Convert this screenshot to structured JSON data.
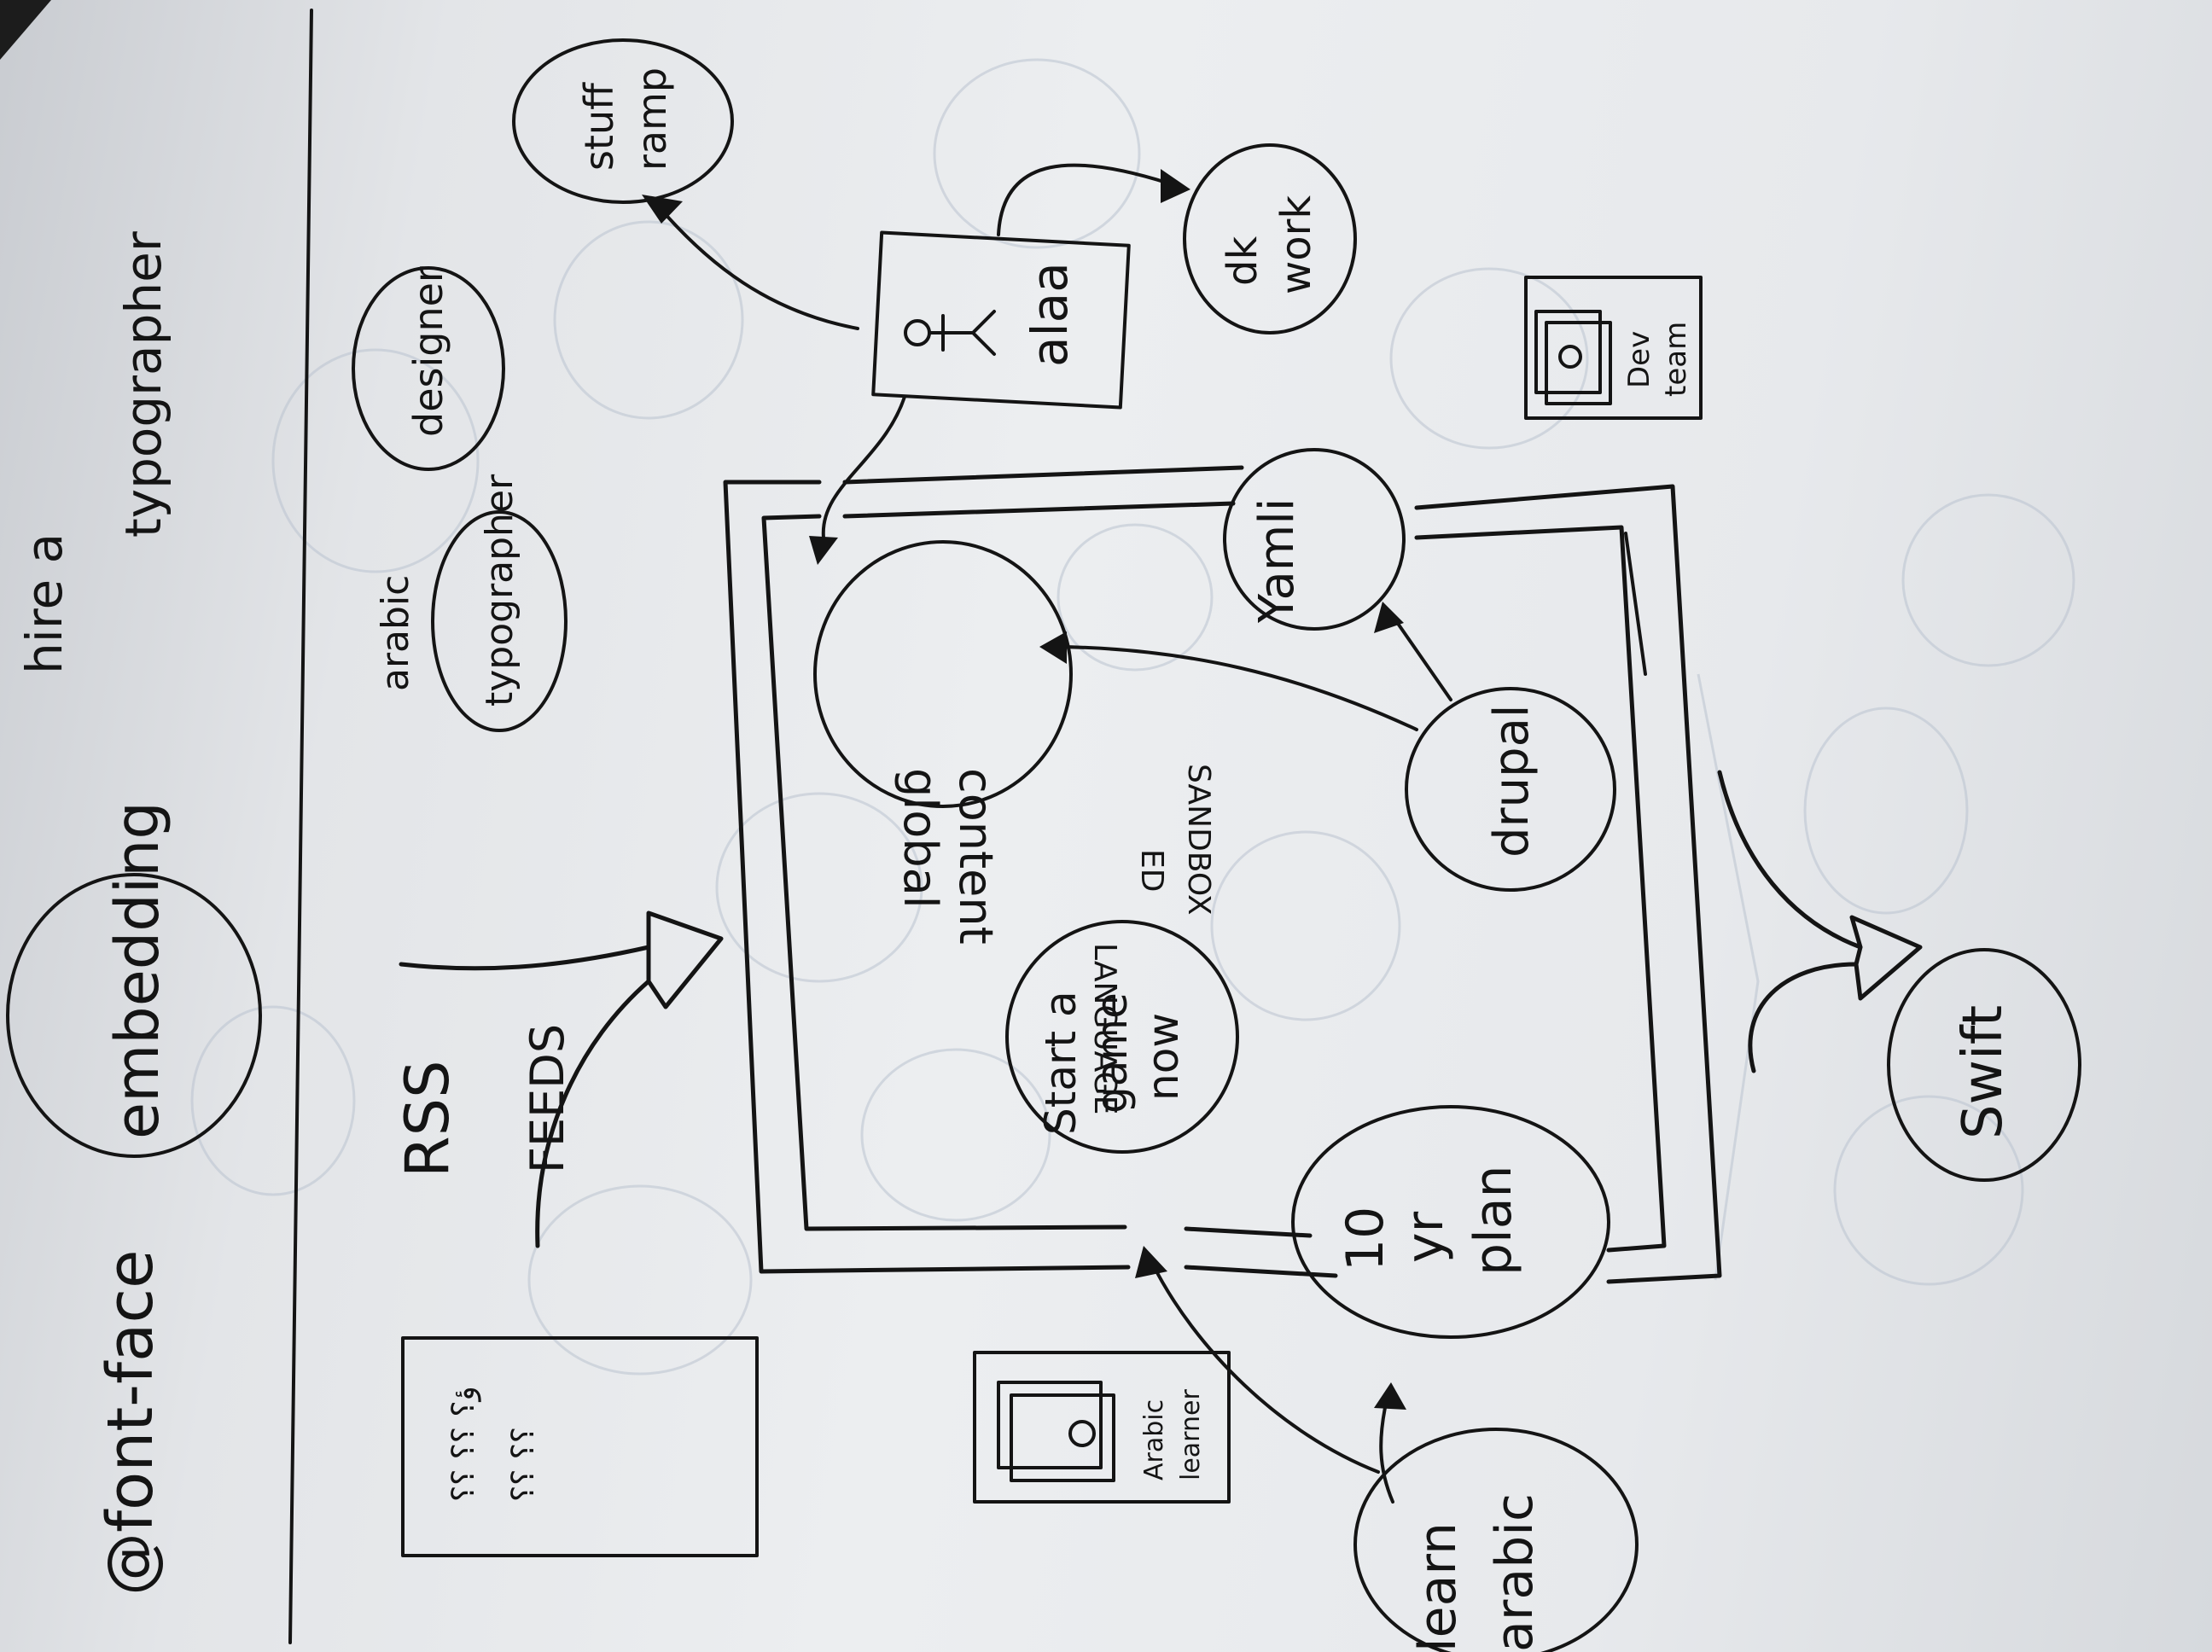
{
  "paper": {
    "background": "#e8eaed",
    "ink": "#141414",
    "ghost_ink": "#b9c2cf",
    "corner": "#1c1c1c"
  },
  "margin_notes": {
    "font_face": "@font-face",
    "hire_line1": "hire a",
    "hire_line2": "typographer",
    "embedding": "embedding"
  },
  "left_column": {
    "arabic_typographer_label": "arabic",
    "typographer_circle": "typographer",
    "designer_circle": "designer",
    "rss": "RSS",
    "feeds": "FEEDS",
    "list_glyphs_1": "ؤ؟ ؟؟ ؟؟",
    "list_glyphs_2": "؟؟ ؟؟"
  },
  "top_row": {
    "stuff_circle_line1": "stuff",
    "stuff_circle_line2": "ramp",
    "person_label": "alaa",
    "dk_circle_line1": "dk",
    "dk_circle_line2": "work",
    "dev_team_line1": "Dev",
    "dev_team_line2": "team"
  },
  "sandbox": {
    "title_line1": "LANGUAGE",
    "title_line2": "ED",
    "title_line3": "SANDBOX",
    "global_content_line1": "global",
    "global_content_line2": "content",
    "yamli": "Yamli",
    "drupal": "drupal",
    "start_game_line1": "Start a",
    "start_game_line2": "game",
    "start_game_line3": "now",
    "plan_line1": "10",
    "plan_line2": "yr",
    "plan_line3": "plan"
  },
  "bottom_row": {
    "arabic_learner_line1": "Arabic",
    "arabic_learner_line2": "learner",
    "learn_arabic_line1": "learn",
    "learn_arabic_line2": "arabic",
    "swift": "Swift"
  }
}
